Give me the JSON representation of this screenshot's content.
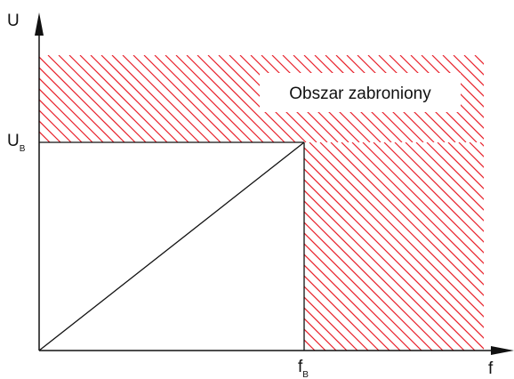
{
  "diagram": {
    "axes": {
      "y_label": "U",
      "x_label": "f",
      "y_mark_main": "U",
      "y_mark_sub": "B",
      "x_mark_main": "f",
      "x_mark_sub": "B"
    },
    "forbidden_zone": {
      "label": "Obszar zabroniony",
      "hatch_color": "#e8202a"
    },
    "line_color": "#111111"
  }
}
